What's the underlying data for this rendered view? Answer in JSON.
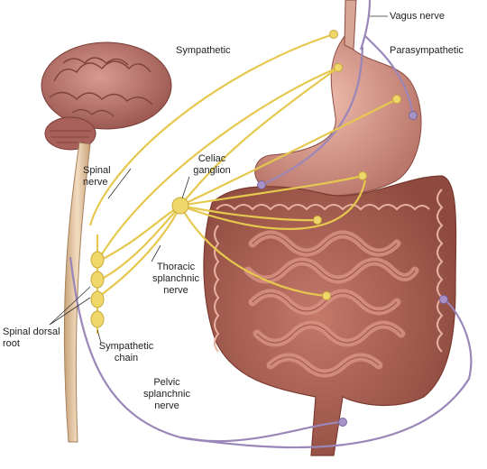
{
  "labels": {
    "vagus": "Vagus nerve",
    "sympathetic": "Sympathetic",
    "parasympathetic": "Parasympathetic",
    "celiac_1": "Celiac",
    "celiac_2": "ganglion",
    "spinal_nerve_1": "Spinal",
    "spinal_nerve_2": "nerve",
    "thoracic_1": "Thoracic",
    "thoracic_2": "splanchnic",
    "thoracic_3": "nerve",
    "sympathetic_chain_1": "Sympathetic",
    "sympathetic_chain_2": "chain",
    "spinal_dorsal_1": "Spinal dorsal",
    "spinal_dorsal_2": "root",
    "pelvic_1": "Pelvic",
    "pelvic_2": "splanchnic",
    "pelvic_3": "nerve"
  },
  "colors": {
    "sympathetic_nerve": "#e6c84e",
    "parasympathetic_nerve": "#9a86b8",
    "brain": "#b9766e",
    "stomach": "#d99a8c",
    "intestine": "#b8695a"
  }
}
